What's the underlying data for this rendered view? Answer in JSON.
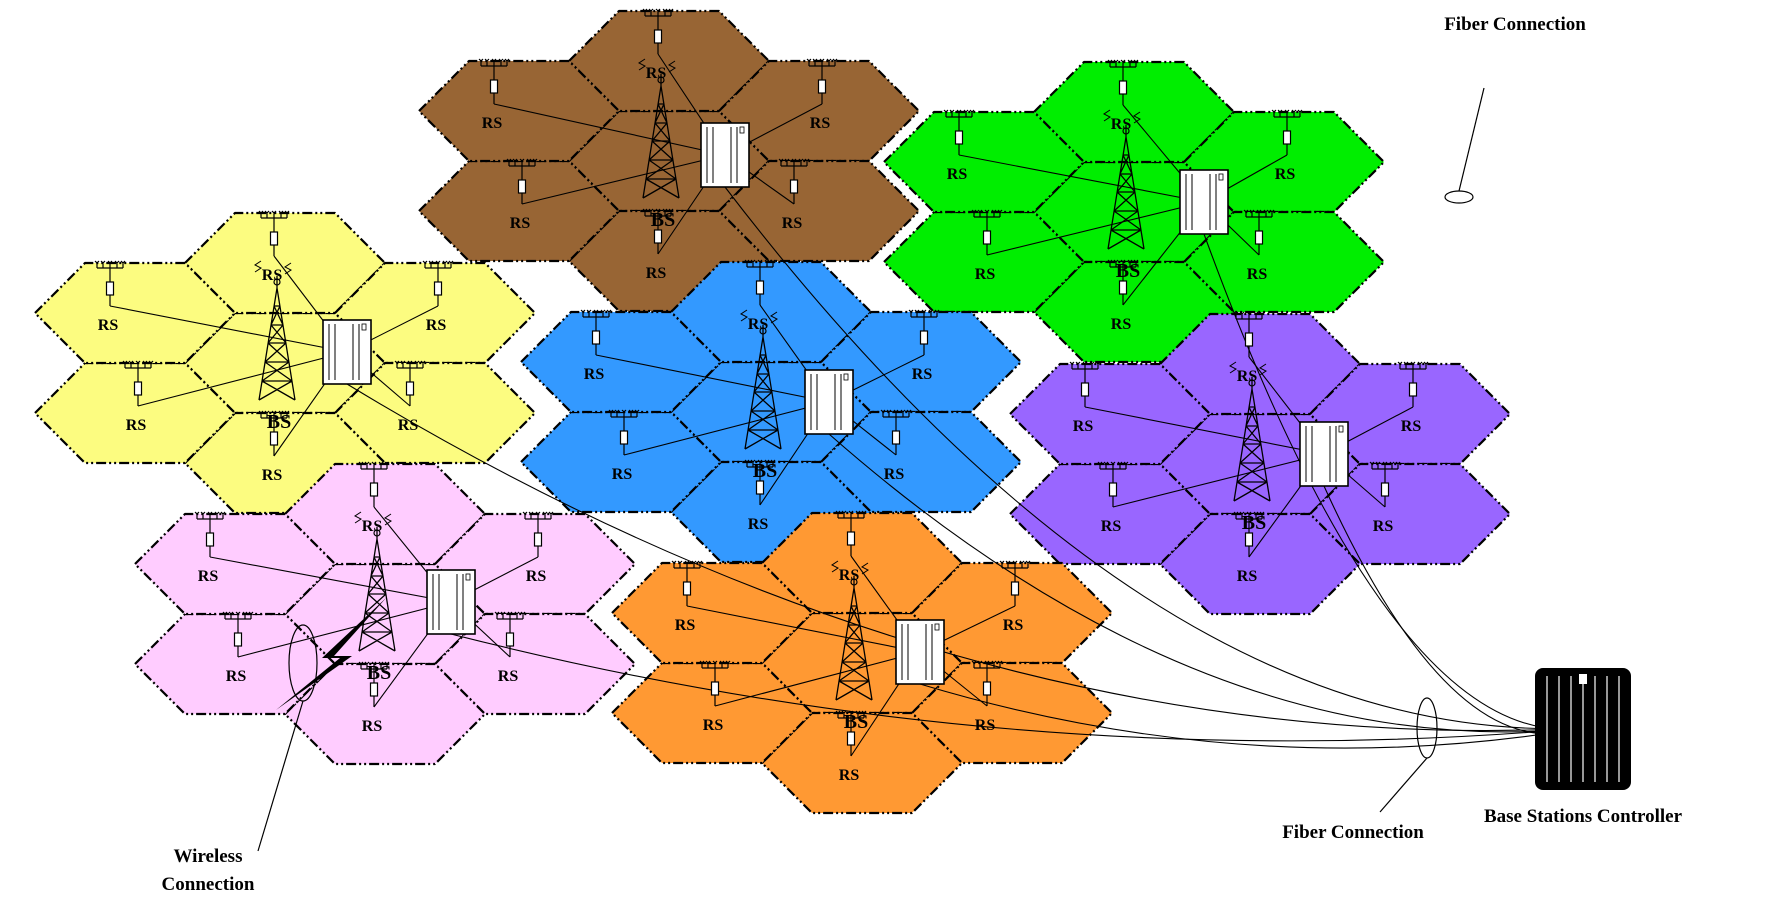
{
  "labels": {
    "rs": "RS",
    "bs": "BS",
    "fiber_top": "Fiber Connection",
    "fiber_bottom": "Fiber Connection",
    "controller": "Base Stations Controller",
    "wireless_line1": "Wireless",
    "wireless_line2": "Connection"
  },
  "clusters": [
    {
      "id": "brown",
      "color": "#986534"
    },
    {
      "id": "green",
      "color": "#00ee00"
    },
    {
      "id": "yellow",
      "color": "#fcfc80"
    },
    {
      "id": "blue",
      "color": "#3399ff"
    },
    {
      "id": "purple",
      "color": "#9966ff"
    },
    {
      "id": "pink",
      "color": "#ffccff"
    },
    {
      "id": "orange",
      "color": "#ff9933"
    }
  ],
  "icons": [
    "antenna-icon",
    "tower-icon",
    "base-station-cabinet-icon",
    "controller-server-icon",
    "lightning-icon"
  ]
}
